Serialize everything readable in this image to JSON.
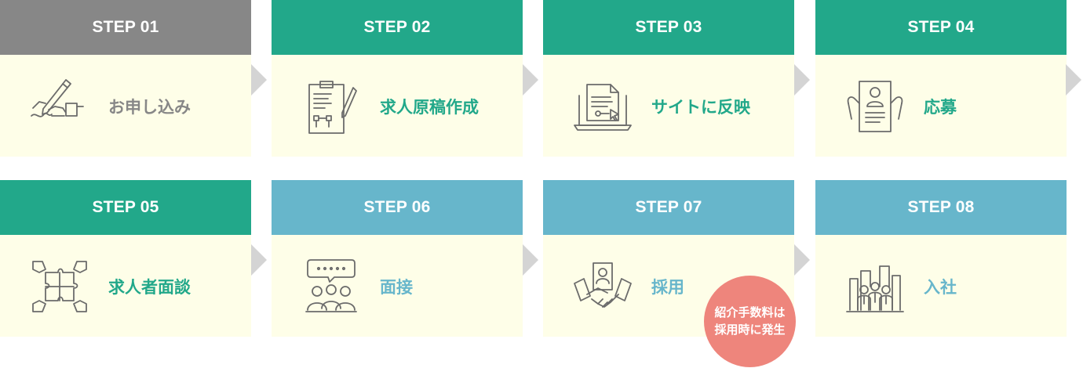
{
  "colors": {
    "gray": "#878787",
    "green": "#22a88a",
    "blue": "#67b6cb",
    "body": "#fefee8",
    "arrow": "#d4d4d4",
    "badge": "#ee857c"
  },
  "steps": [
    {
      "header": "STEP 01",
      "label": "お申し込み",
      "icon": "handwriting-contract-icon",
      "theme": "gray"
    },
    {
      "header": "STEP 02",
      "label": "求人原稿作成",
      "icon": "clipboard-flowchart-icon",
      "theme": "green"
    },
    {
      "header": "STEP 03",
      "label": "サイトに反映",
      "icon": "laptop-document-icon",
      "theme": "green"
    },
    {
      "header": "STEP 04",
      "label": "応募",
      "icon": "resume-applicant-icon",
      "theme": "green"
    },
    {
      "header": "STEP 05",
      "label": "求人者面談",
      "icon": "puzzle-hands-icon",
      "theme": "green"
    },
    {
      "header": "STEP 06",
      "label": "面接",
      "icon": "interview-group-icon",
      "theme": "blue"
    },
    {
      "header": "STEP 07",
      "label": "採用",
      "icon": "handshake-icon",
      "theme": "blue"
    },
    {
      "header": "STEP 08",
      "label": "入社",
      "icon": "business-team-icon",
      "theme": "blue"
    }
  ],
  "badge": {
    "line1": "紹介手数料は",
    "line2": "採用時に発生"
  }
}
